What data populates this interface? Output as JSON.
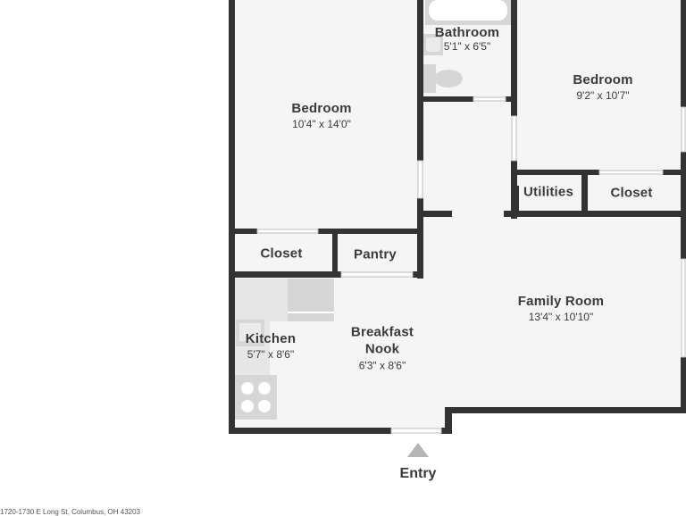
{
  "rooms": {
    "bedroom_left": {
      "name": "Bedroom",
      "dims": "10'4\" x 14'0\""
    },
    "bathroom": {
      "name": "Bathroom",
      "dims": "5'1\" x 6'5\""
    },
    "bedroom_right": {
      "name": "Bedroom",
      "dims": "9'2\" x 10'7\""
    },
    "utilities": {
      "name": "Utilities"
    },
    "closet_right": {
      "name": "Closet"
    },
    "closet_left": {
      "name": "Closet"
    },
    "pantry": {
      "name": "Pantry"
    },
    "family_room": {
      "name": "Family Room",
      "dims": "13'4\" x 10'10\""
    },
    "breakfast_nook": {
      "name_line1": "Breakfast",
      "name_line2": "Nook",
      "dims": "6'3\" x 8'6\""
    },
    "kitchen": {
      "name": "Kitchen",
      "dims": "5'7\" x 8'6\""
    }
  },
  "entry": {
    "label": "Entry"
  },
  "footer": {
    "address": "1720-1730 E Long St, Columbus, OH 43203"
  },
  "colors": {
    "wall": "#333333",
    "floor": "#f5f5f5",
    "fixture": "#d6d6d6",
    "text": "#3a3a3a"
  }
}
